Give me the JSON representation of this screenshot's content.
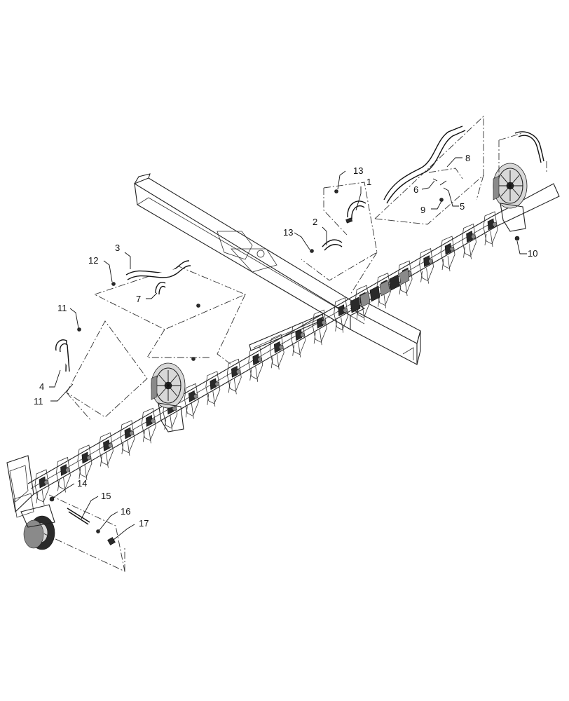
{
  "callouts": [
    {
      "id": "c1",
      "text": "1"
    },
    {
      "id": "c2",
      "text": "2"
    },
    {
      "id": "c3",
      "text": "3"
    },
    {
      "id": "c4",
      "text": "4"
    },
    {
      "id": "c5",
      "text": "5"
    },
    {
      "id": "c6",
      "text": "6"
    },
    {
      "id": "c7",
      "text": "7"
    },
    {
      "id": "c8",
      "text": "8"
    },
    {
      "id": "c9",
      "text": "9"
    },
    {
      "id": "c10",
      "text": "10"
    },
    {
      "id": "c11a",
      "text": "11"
    },
    {
      "id": "c11b",
      "text": "11"
    },
    {
      "id": "c12",
      "text": "12"
    },
    {
      "id": "c13a",
      "text": "13"
    },
    {
      "id": "c13b",
      "text": "13"
    },
    {
      "id": "c14",
      "text": "14"
    },
    {
      "id": "c15",
      "text": "15"
    },
    {
      "id": "c16",
      "text": "16"
    },
    {
      "id": "c17",
      "text": "17"
    }
  ]
}
